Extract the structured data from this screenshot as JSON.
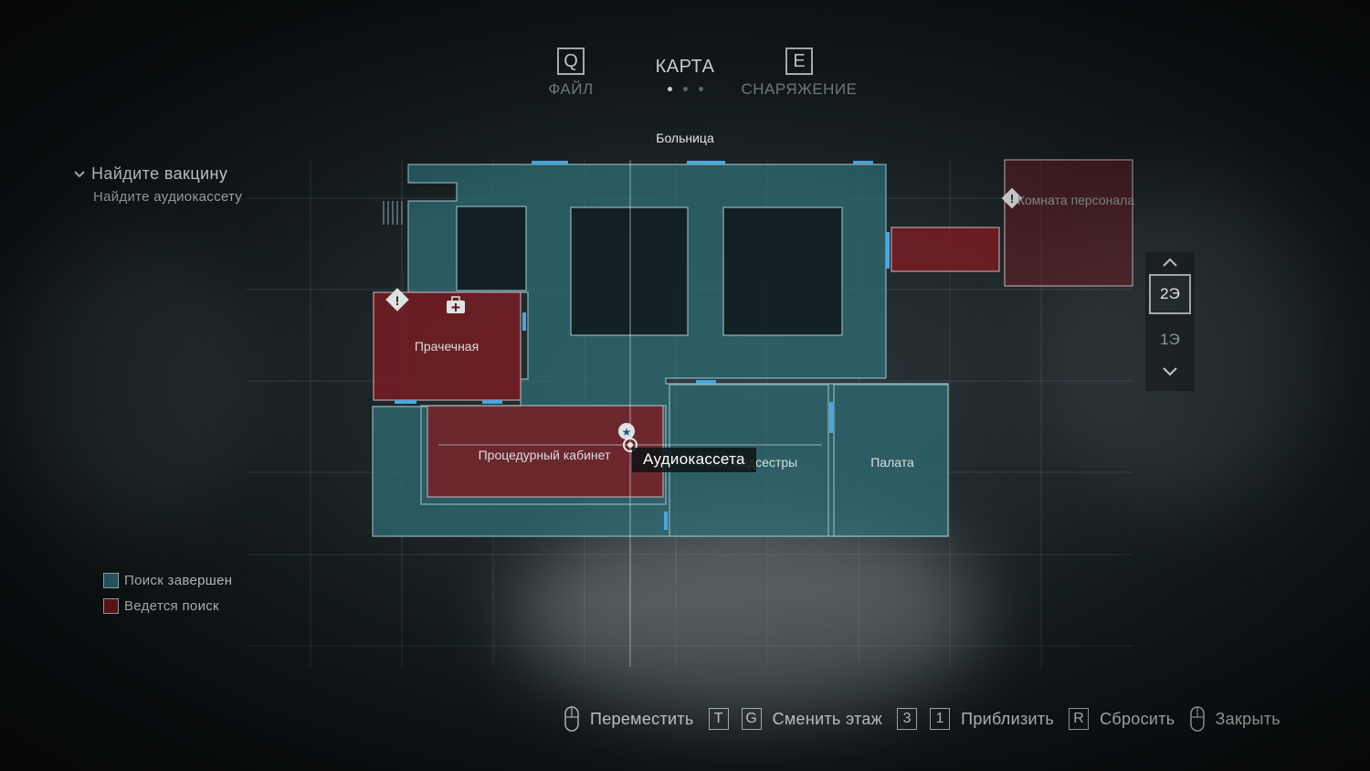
{
  "tabs": [
    {
      "key": "Q",
      "label": "ФАЙЛ",
      "active": false
    },
    {
      "key": "",
      "label": "КАРТА",
      "active": true
    },
    {
      "key": "E",
      "label": "СНАРЯЖЕНИЕ",
      "active": false
    }
  ],
  "area_title": "Больница",
  "objectives": {
    "main": "Найдите вакцину",
    "sub": "Найдите аудиокассету"
  },
  "rooms": {
    "laundry": "Прачечная",
    "procedure": "Процедурный кабинет",
    "nurse": "Пост медсестры",
    "ward": "Палата",
    "staff": "Комната персонала"
  },
  "tooltip": "Аудиокассета",
  "floors": {
    "current": "2Э",
    "lower": "1Э"
  },
  "legend": [
    {
      "label": "Поиск завершен",
      "color": "#2f6f78"
    },
    {
      "label": "Ведется поиск",
      "color": "#7a1c22"
    }
  ],
  "hints": {
    "move": "Переместить",
    "key_t": "T",
    "key_g": "G",
    "change_floor": "Сменить этаж",
    "key_3": "3",
    "key_1": "1",
    "zoom": "Приблизить",
    "key_r": "R",
    "reset": "Сбросить",
    "close": "Закрыть"
  },
  "colors": {
    "searched": "#2f6f78",
    "in_progress": "#7a1c22",
    "door": "#4aa8e0"
  }
}
